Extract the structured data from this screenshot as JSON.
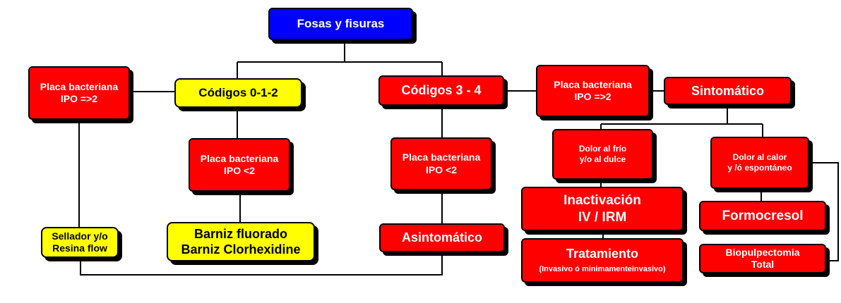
{
  "nodes": {
    "root": "Fosas y fisuras",
    "placa_left_1": "Placa bacteriana",
    "placa_left_2": "IPO =>2",
    "codigos_012": "Códigos  0-1-2",
    "codigos_34": "Códigos  3 - 4",
    "placa_right_1": "Placa bacteriana",
    "placa_right_2": "IPO =>2",
    "sintomatico": "Sintomático",
    "placa_mid1_1": "Placa bacteriana",
    "placa_mid1_2": "IPO <2",
    "placa_mid2_1": "Placa bacteriana",
    "placa_mid2_2": "IPO <2",
    "dolor_frio_1": "Dolor al frío",
    "dolor_frio_2": "y/o al dulce",
    "dolor_calor_1": "Dolor al calor",
    "dolor_calor_2": "y /ó espontáneo",
    "sellador_1": "Sellador y/o",
    "sellador_2": "Resina flow",
    "barniz_1": "Barniz fluorado",
    "barniz_2": "Barniz Clorhexidine",
    "asintomatico": "Asintomático",
    "inactivacion_1": "Inactivación",
    "inactivacion_2": "IV / IRM",
    "formocresol": "Formocresol",
    "tratamiento_1": "Tratamiento",
    "tratamiento_2": "(Invasivo ó minimamenteinvasivo)",
    "biopulpectomia_1": "Biopulpectomia",
    "biopulpectomia_2": "Total"
  },
  "colors": {
    "blue": "#0000ff",
    "red": "#ff0000",
    "yellow": "#ffff00",
    "line": "#000000"
  }
}
